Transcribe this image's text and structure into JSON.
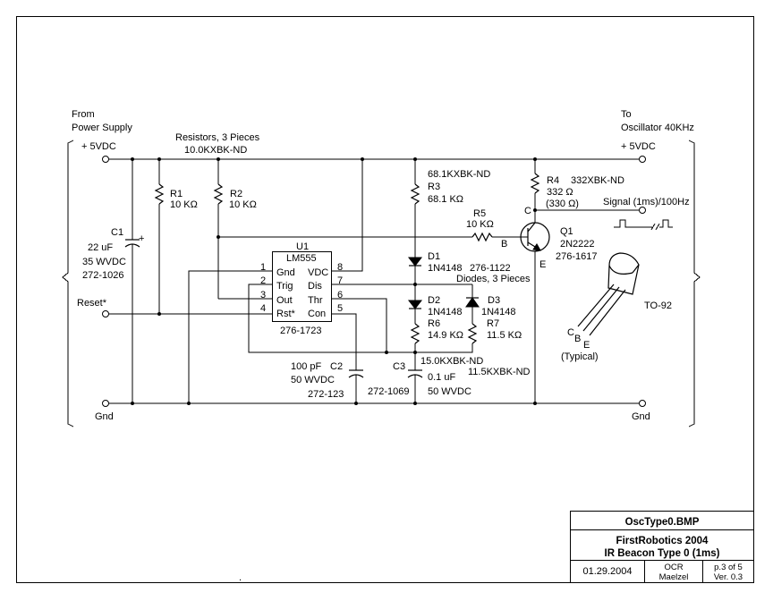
{
  "title_block": {
    "filename": "OscType0.BMP",
    "project": "FirstRobotics 2004",
    "subtitle": "IR Beacon Type 0 (1ms)",
    "date": "01.29.2004",
    "ocr": "OCR",
    "author": "Maelzel",
    "page": "p.3 of 5",
    "version": "Ver. 0.3"
  },
  "left_bus": {
    "from1": "From",
    "from2": "Power Supply",
    "vdc": "+ 5VDC",
    "reset": "Reset*",
    "gnd": "Gnd"
  },
  "right_bus": {
    "to1": "To",
    "to2": "Oscillator 40KHz",
    "vdc": "+ 5VDC",
    "signal": "Signal (1ms)/100Hz",
    "gnd": "Gnd"
  },
  "resistor_note": {
    "line1": "Resistors, 3 Pieces",
    "line2": "10.0KXBK-ND"
  },
  "c1": {
    "ref": "C1",
    "value": "22 uF",
    "voltage": "35 WVDC",
    "part": "272-1026",
    "plus": "+"
  },
  "r1": {
    "ref": "R1",
    "value": "10 KΩ"
  },
  "r2": {
    "ref": "R2",
    "value": "10 KΩ"
  },
  "u1": {
    "ref": "U1",
    "type": "LM555",
    "part": "276-1723",
    "pins_left": [
      {
        "num": "1",
        "name": "Gnd"
      },
      {
        "num": "2",
        "name": "Trig"
      },
      {
        "num": "3",
        "name": "Out"
      },
      {
        "num": "4",
        "name": "Rst*"
      }
    ],
    "pins_right": [
      {
        "num": "8",
        "name": "VDC"
      },
      {
        "num": "7",
        "name": "Dis"
      },
      {
        "num": "6",
        "name": "Thr"
      },
      {
        "num": "5",
        "name": "Con"
      }
    ]
  },
  "c2": {
    "ref": "C2",
    "value": "100 pF",
    "voltage": "50 WVDC",
    "part": "272-123"
  },
  "c3": {
    "ref": "C3",
    "value": "0.1 uF",
    "voltage": "50 WVDC",
    "part": "272-1069"
  },
  "r3": {
    "part": "68.1KXBK-ND",
    "ref": "R3",
    "value": "68.1 KΩ"
  },
  "d1": {
    "ref": "D1",
    "type": "1N4148",
    "part": "276-1122",
    "note": "Diodes, 3 Pieces"
  },
  "d2": {
    "ref": "D2",
    "type": "1N4148"
  },
  "d3": {
    "ref": "D3",
    "type": "1N4148"
  },
  "r6": {
    "ref": "R6",
    "value": "14.9 KΩ",
    "part": "15.0KXBK-ND"
  },
  "r7": {
    "ref": "R7",
    "value": "11.5 KΩ",
    "part": "11.5KXBK-ND"
  },
  "r5": {
    "ref": "R5",
    "value": "10 KΩ"
  },
  "r4": {
    "ref": "R4",
    "part": "332XBK-ND",
    "value": "332 Ω",
    "value2": "(330 Ω)"
  },
  "q1": {
    "ref": "Q1",
    "type": "2N2222",
    "part": "276-1617",
    "c": "C",
    "b": "B",
    "e": "E"
  },
  "package": {
    "name": "TO-92",
    "c": "C",
    "b": "B",
    "e": "E",
    "note": "(Typical)"
  },
  "footer_dot": "."
}
